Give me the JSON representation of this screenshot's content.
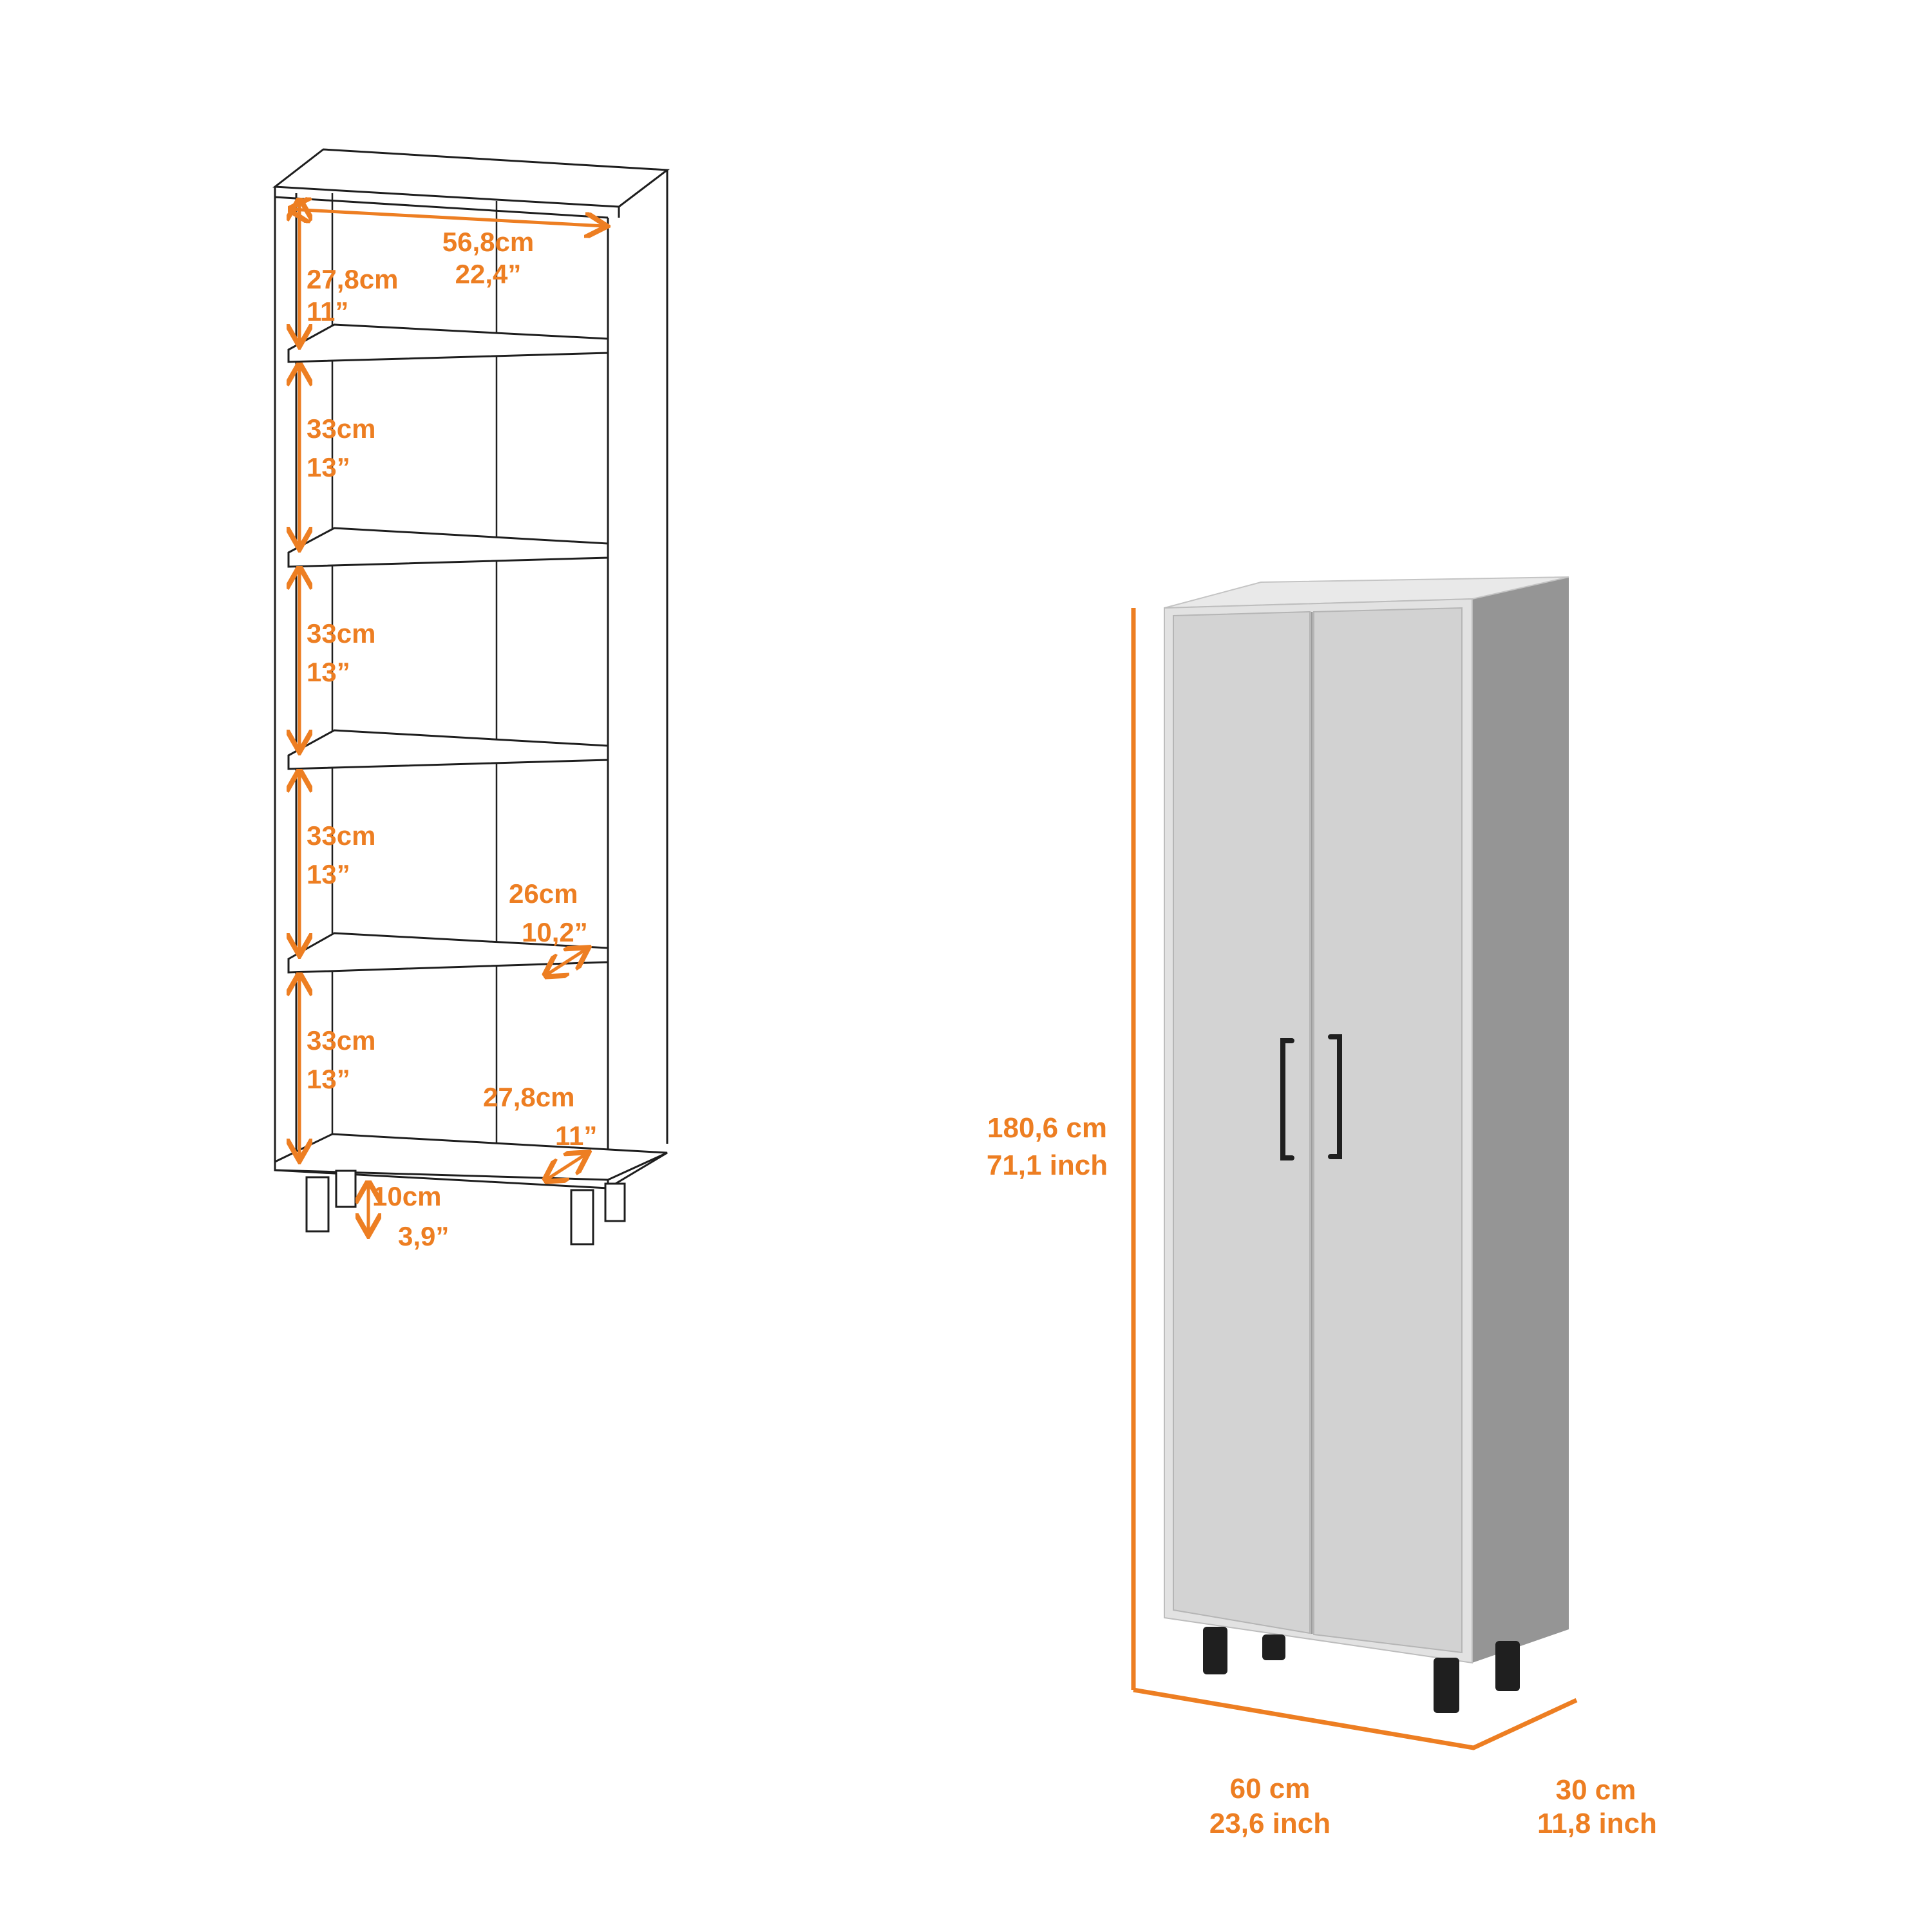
{
  "colors": {
    "accent": "#ED7E22",
    "line": "#1E1E1E",
    "cabinet_front": "#D3D3D3",
    "cabinet_side": "#959595",
    "cabinet_top": "#E9E9E9",
    "handle": "#1F1F1F",
    "background": "#FFFFFF"
  },
  "interior_dims": {
    "width_cm": "56,8cm",
    "width_in": "22,4”",
    "top_shelf_cm": "27,8cm",
    "top_shelf_in": "11”",
    "shelf2_cm": "33cm",
    "shelf2_in": "13”",
    "shelf3_cm": "33cm",
    "shelf3_in": "13”",
    "shelf4_cm": "33cm",
    "shelf4_in": "13”",
    "shelf5_cm": "33cm",
    "shelf5_in": "13”",
    "shelf_depth_cm": "26cm",
    "shelf_depth_in": "10,2”",
    "bottom_depth_cm": "27,8cm",
    "bottom_depth_in": "11”",
    "leg_height_cm": "10cm",
    "leg_height_in": "3,9”"
  },
  "overall_dims": {
    "height_cm": "180,6 cm",
    "height_in": "71,1 inch",
    "width_cm": "60 cm",
    "width_in": "23,6 inch",
    "depth_cm": "30 cm",
    "depth_in": "11,8 inch"
  }
}
